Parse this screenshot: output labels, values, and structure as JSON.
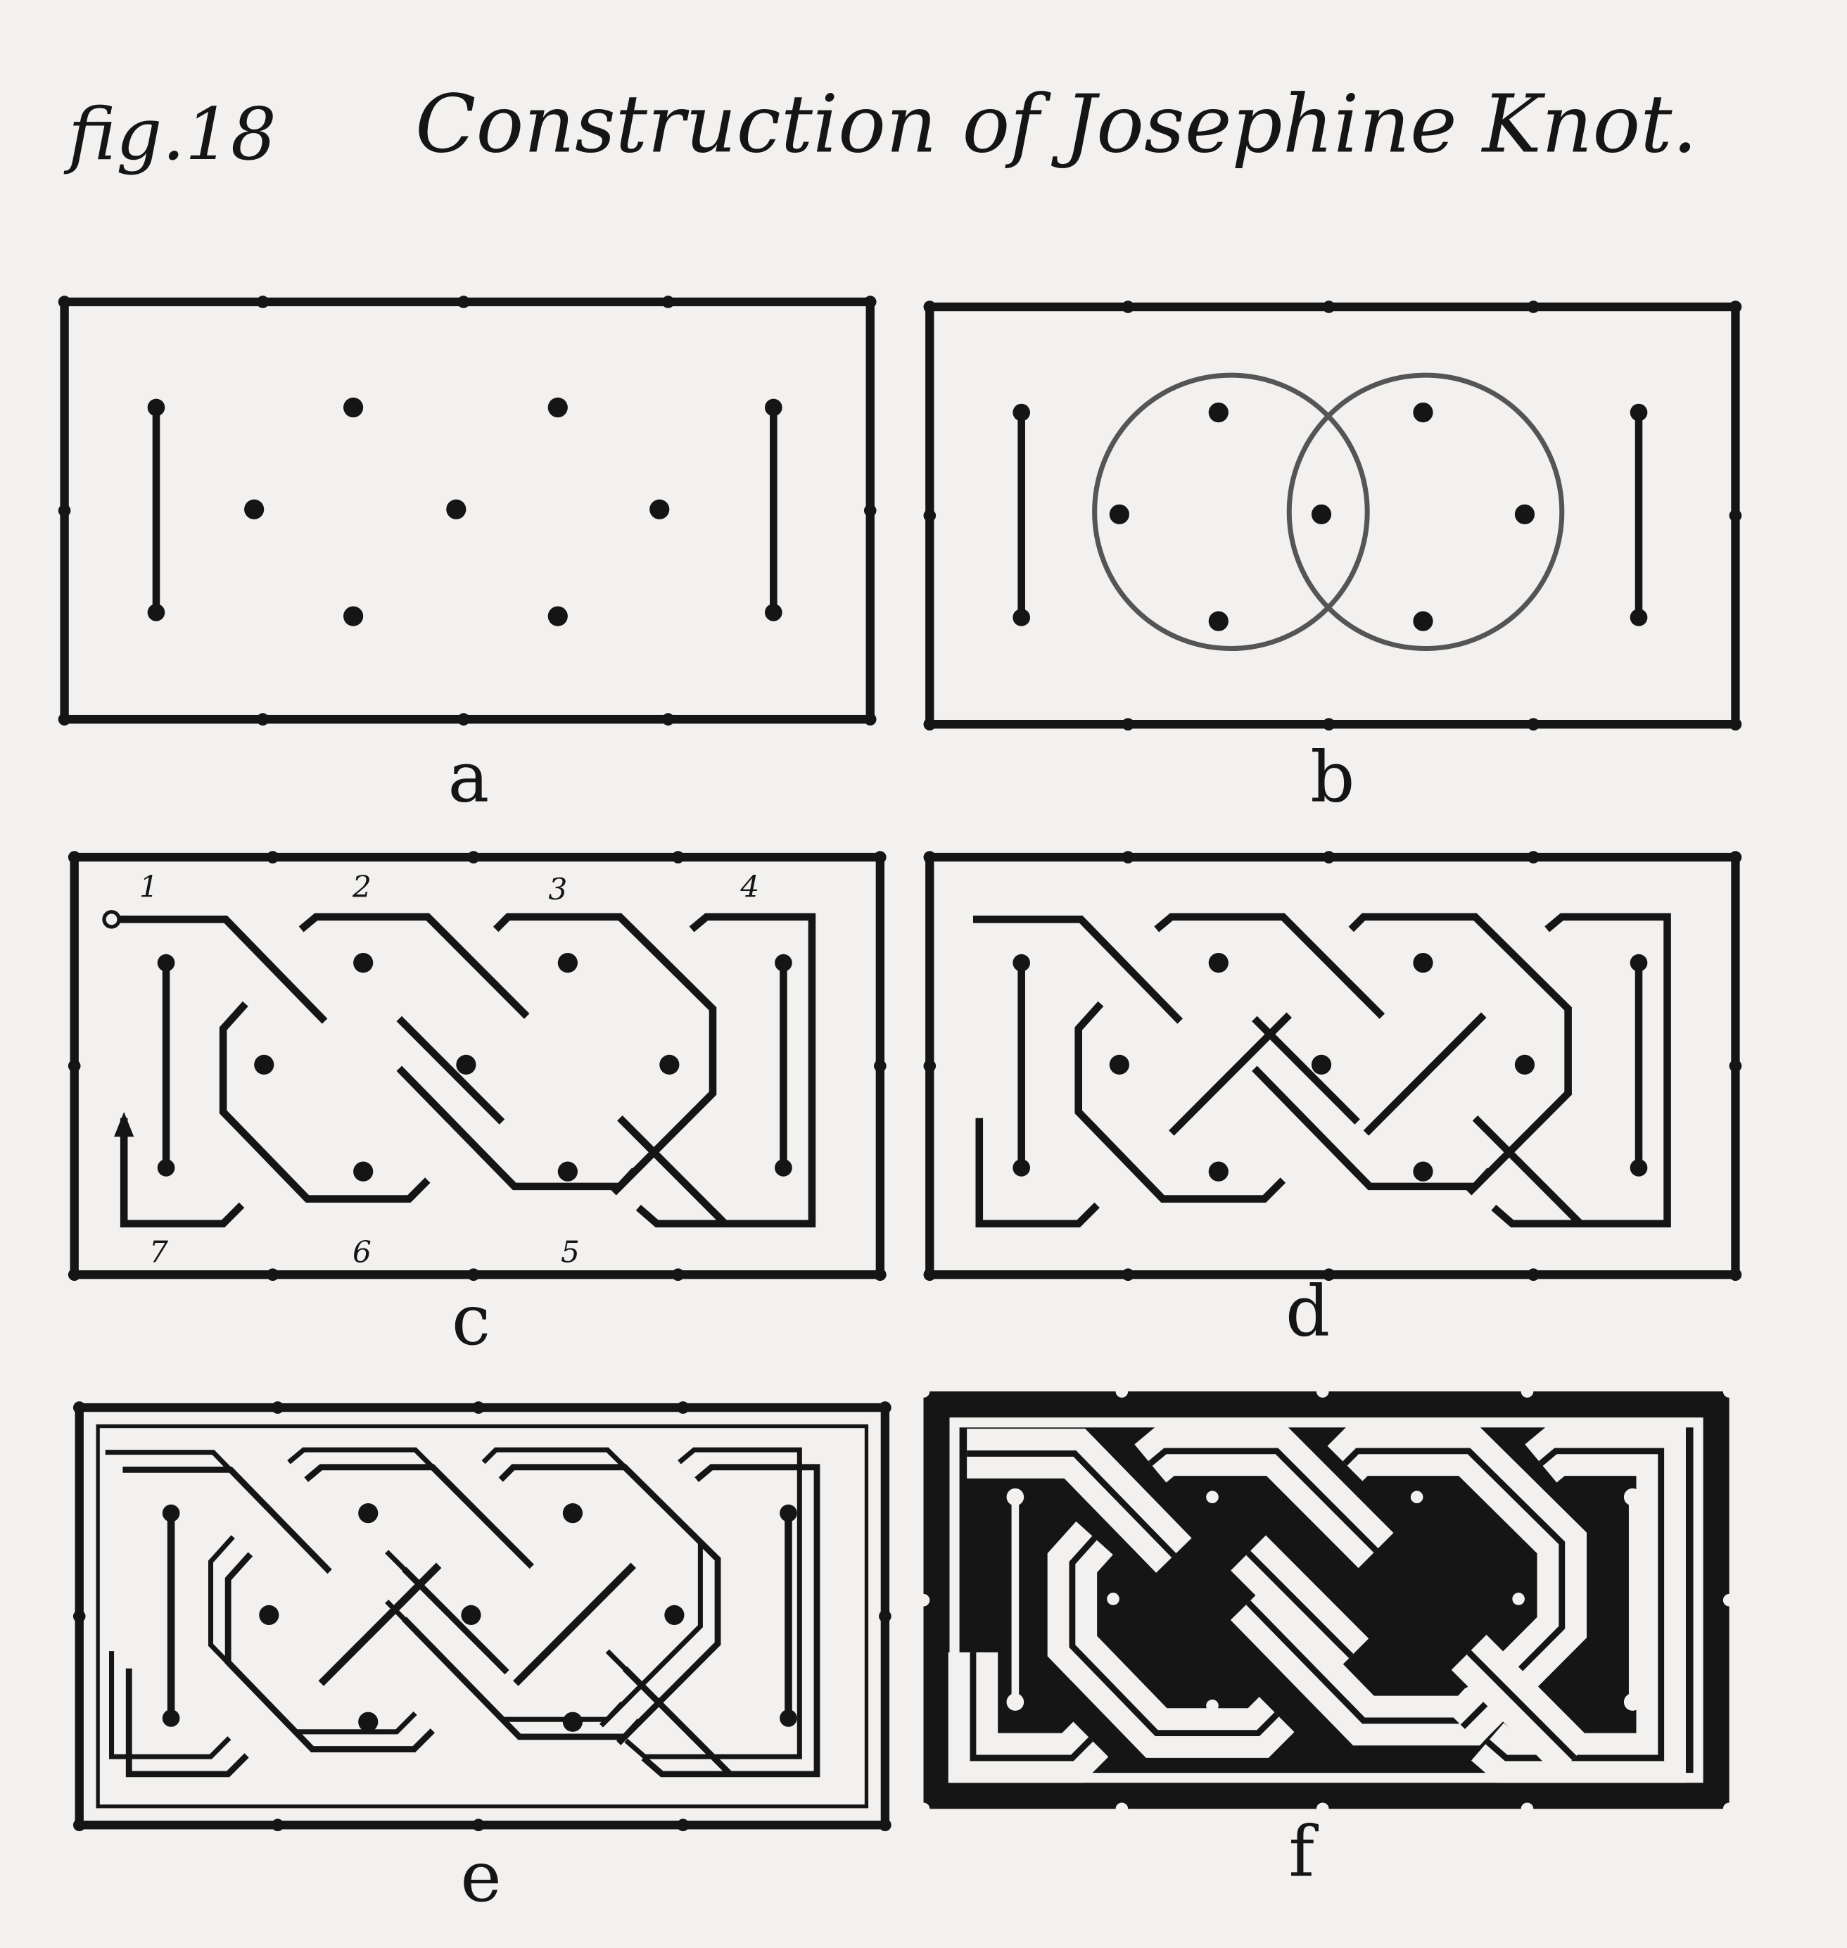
{
  "header": {
    "fig_label": "fig.18",
    "title": "Construction of Josephine Knot."
  },
  "panels": {
    "a": {
      "label": "a"
    },
    "b": {
      "label": "b"
    },
    "c": {
      "label": "c",
      "step_numbers": [
        "1",
        "2",
        "3",
        "4",
        "5",
        "6",
        "7"
      ]
    },
    "d": {
      "label": "d"
    },
    "e": {
      "label": "e"
    },
    "f": {
      "label": "f"
    }
  },
  "colors": {
    "paper": "#f2f1ef",
    "ink": "#151515",
    "pencil": "#555555"
  }
}
